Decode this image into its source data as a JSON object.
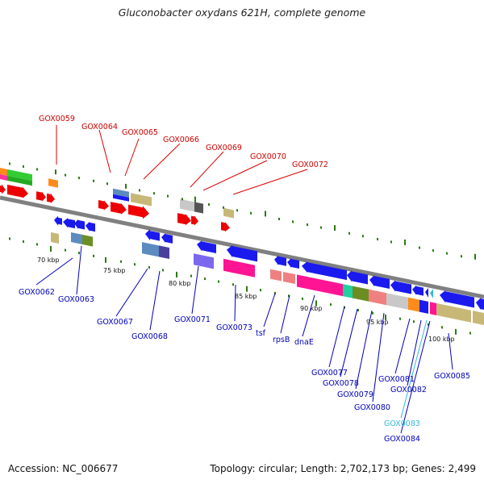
{
  "title": "Gluconobacter oxydans 621H, complete genome",
  "footer": {
    "accession": "Accession: NC_006677",
    "summary": "Topology: circular; Length: 2,702,173 bp; Genes: 2,499"
  },
  "colors": {
    "backbone": "#808080",
    "top_label": "#cc0000",
    "bottom_label": "#0000bb",
    "highlight_label": "#33bbdd",
    "tick_mark": "#2a7a10"
  },
  "scale_labels": [
    "70 kbp",
    "75 kbp",
    "80 kbp",
    "85 kbp",
    "90 kbp",
    "95 kbp",
    "100 kbp"
  ],
  "top_genes": [
    "GOX0059",
    "GOX0064",
    "GOX0065",
    "GOX0066",
    "GOX0069",
    "GOX0070",
    "GOX0072"
  ],
  "bottom_genes": [
    "GOX0062",
    "GOX0063",
    "GOX0067",
    "GOX0068",
    "GOX0071",
    "GOX0073",
    "tsf",
    "rpsB",
    "dnaE",
    "GOX0077",
    "GOX0078",
    "GOX0079",
    "GOX0080",
    "GOX0081",
    "GOX0082",
    "GOX0083",
    "GOX0084",
    "GOX0085"
  ]
}
